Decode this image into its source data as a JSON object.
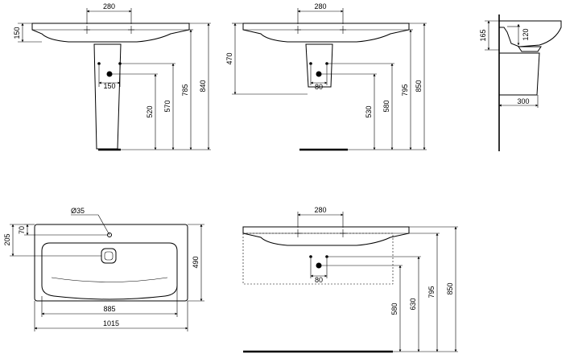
{
  "views": {
    "front_pedestal": {
      "tap_spacing": "280",
      "basin_height": "150",
      "waste_spacing": "150",
      "waste_height": "520",
      "supply_height": "570",
      "rim_height_lower": "785",
      "rim_height_total": "840"
    },
    "front_wall_hung": {
      "tap_spacing": "280",
      "siphon_height": "470",
      "waste_spacing": "80",
      "waste_height": "530",
      "supply_height": "580",
      "rim_height_lower": "795",
      "rim_height_total": "850"
    },
    "side": {
      "basin_depth": "165",
      "overflow_height": "120",
      "wall_offset": "300"
    },
    "plan": {
      "tap_hole_diameter": "Ø35",
      "tap_offset": "70",
      "basin_offset": "205",
      "depth": "490",
      "bowl_width": "885",
      "overall_width": "1015"
    },
    "front_furniture": {
      "tap_spacing": "280",
      "waste_spacing": "80",
      "waste_height": "580",
      "supply_height": "630",
      "rim_height_lower": "795",
      "rim_height_total": "850"
    }
  }
}
